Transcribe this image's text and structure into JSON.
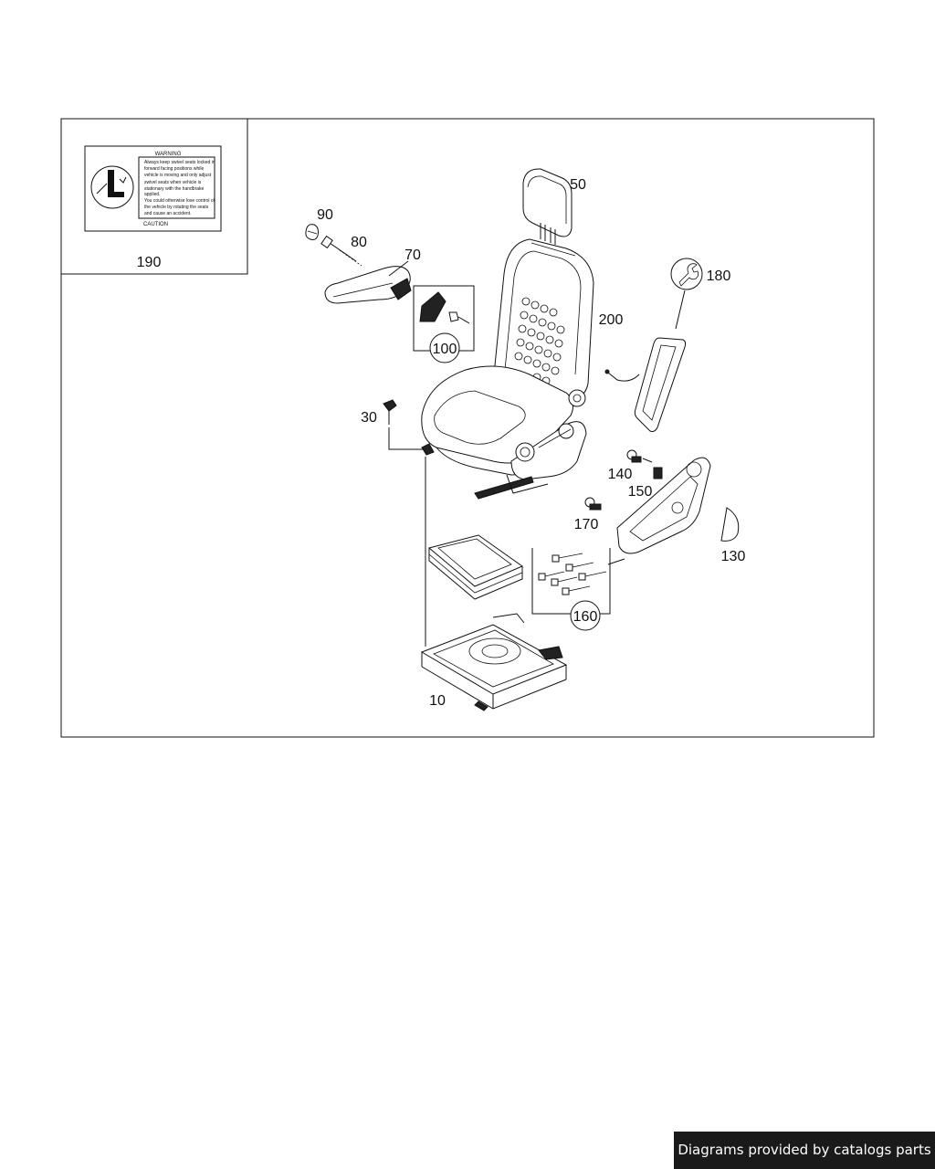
{
  "diagram": {
    "callouts": {
      "p10": "10",
      "p30": "30",
      "p50": "50",
      "p70": "70",
      "p80": "80",
      "p90": "90",
      "p100": "100",
      "p130": "130",
      "p140": "140",
      "p150": "150",
      "p160": "160",
      "p170": "170",
      "p180": "180",
      "p190": "190",
      "p200": "200"
    },
    "warning_label": {
      "heading": "WARNING",
      "lines": [
        "Always keep swivel seats locked in",
        "forward facing positions while",
        "vehicle is moving and only adjust",
        "swivel seats when vehicle is",
        "stationary with the handbrake",
        "applied.",
        "You could otherwise lose control of",
        "the vehicle by rotating the seats",
        "and cause an accident."
      ],
      "footer": "CAUTION"
    }
  },
  "footer": {
    "credit": "Diagrams provided by catalogs parts"
  }
}
